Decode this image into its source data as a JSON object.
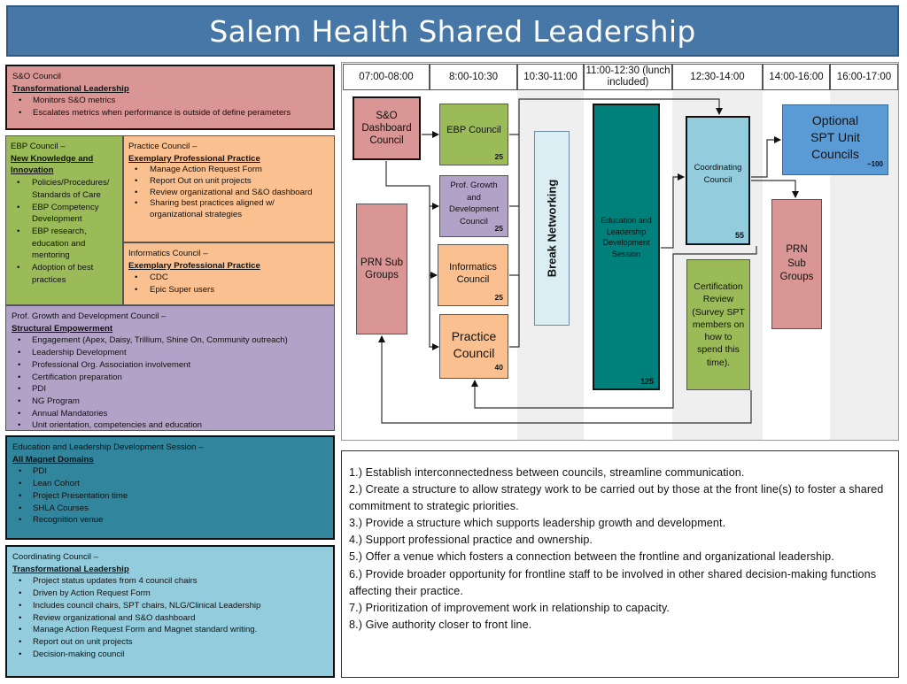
{
  "title": "Salem Health Shared Leadership",
  "panels": {
    "sno": {
      "heading": "S&O Council",
      "subheading": "Transformational Leadership",
      "items": [
        "Monitors S&O metrics",
        "Escalates metrics when performance is outside of define perameters"
      ]
    },
    "ebp": {
      "heading": "EBP Council –",
      "subheading": "New Knowledge and Innovation",
      "items": [
        "Policies/Procedures/ Standards of Care",
        "EBP Competency Development",
        "EBP research, education and mentoring",
        "Adoption of best practices"
      ]
    },
    "practice": {
      "heading": "Practice Council –",
      "subheading": "Exemplary Professional Practice",
      "items": [
        "Manage Action Request Form",
        "Report Out on unit projects",
        "Review organizational and S&O dashboard",
        "Sharing best practices aligned w/ organizational strategies"
      ]
    },
    "informatics": {
      "heading": "Informatics Council –",
      "subheading": "Exemplary Professional Practice",
      "items": [
        "CDC",
        "Epic Super users"
      ]
    },
    "profgrowth": {
      "heading": "Prof. Growth and Development Council –",
      "subheading": "Structural Empowerment",
      "items": [
        "Engagement (Apex, Daisy, Trillium, Shine On, Community outreach)",
        "Leadership Development",
        "Professional Org. Association involvement",
        "Certification preparation",
        "PDI",
        "NG Program",
        "Annual Mandatories",
        "Unit orientation, competencies and education"
      ]
    },
    "eld": {
      "heading": "Education and Leadership Development Session –",
      "subheading": "All Magnet Domains",
      "items": [
        "PDI",
        "Lean Cohort",
        "Project Presentation time",
        "SHLA Courses",
        "Recognition venue"
      ]
    },
    "coord": {
      "heading": "Coordinating Council –",
      "subheading": "Transformational Leadership",
      "items": [
        "Project status updates from 4 council chairs",
        "Driven by Action Request Form",
        "Includes council chairs, SPT chairs, NLG/Clinical Leadership",
        "Review organizational and S&O dashboard",
        "Manage Action Request Form and Magnet standard writing.",
        "Report out on unit projects",
        "Decision-making council"
      ]
    }
  },
  "timeline": [
    "07:00-08:00",
    "8:00-10:30",
    "10:30-11:00",
    "11:00-12:30 (lunch included)",
    "12:30-14:00",
    "14:00-16:00",
    "16:00-17:00"
  ],
  "nodes": {
    "sno_dashboard": {
      "label": "S&O Dashboard Council"
    },
    "prn_left": {
      "label": "PRN Sub Groups"
    },
    "ebp": {
      "label": "EBP Council",
      "count": "25"
    },
    "profgrowth": {
      "label": "Prof. Growth and Development Council",
      "count": "25"
    },
    "informatics": {
      "label": "Informatics Council",
      "count": "25"
    },
    "practice": {
      "label": "Practice Council",
      "count": "40"
    },
    "break": {
      "label": "Break Networking"
    },
    "eld": {
      "label": "Education and Leadership Development Session",
      "count": "125"
    },
    "coordinating": {
      "label": "Coordinating Council",
      "count": "55"
    },
    "certification": {
      "label": "Certification Review (Survey SPT members on how to spend this time)."
    },
    "optional_spt": {
      "label": "Optional SPT Unit Councils",
      "count": "~100"
    },
    "prn_right": {
      "label": "PRN Sub Groups"
    }
  },
  "goals": [
    "1.) Establish interconnectedness between councils, streamline communication.",
    "2.) Create a structure to allow strategy work to be carried out by those at the front line(s) to foster a shared commitment to strategic priorities.",
    "3.) Provide a structure which supports leadership growth and development.",
    "4.) Support professional practice and ownership.",
    "5.) Offer a venue which fosters a connection between the frontline and organizational leadership.",
    "6.) Provide broader opportunity for frontline staff to be involved in other shared decision-making functions affecting their practice.",
    "7.) Prioritization of improvement work in relationship to capacity.",
    "8.) Give authority closer to front line."
  ],
  "colors": {
    "title": "#4677a6",
    "sno": "#d99694",
    "ebp": "#9bbb59",
    "practice": "#fac090",
    "profgrowth": "#b3a2c7",
    "eld": "#31859c",
    "coordinating": "#93cddd",
    "break": "#dbeef4",
    "optional_spt": "#5b9bd5"
  }
}
